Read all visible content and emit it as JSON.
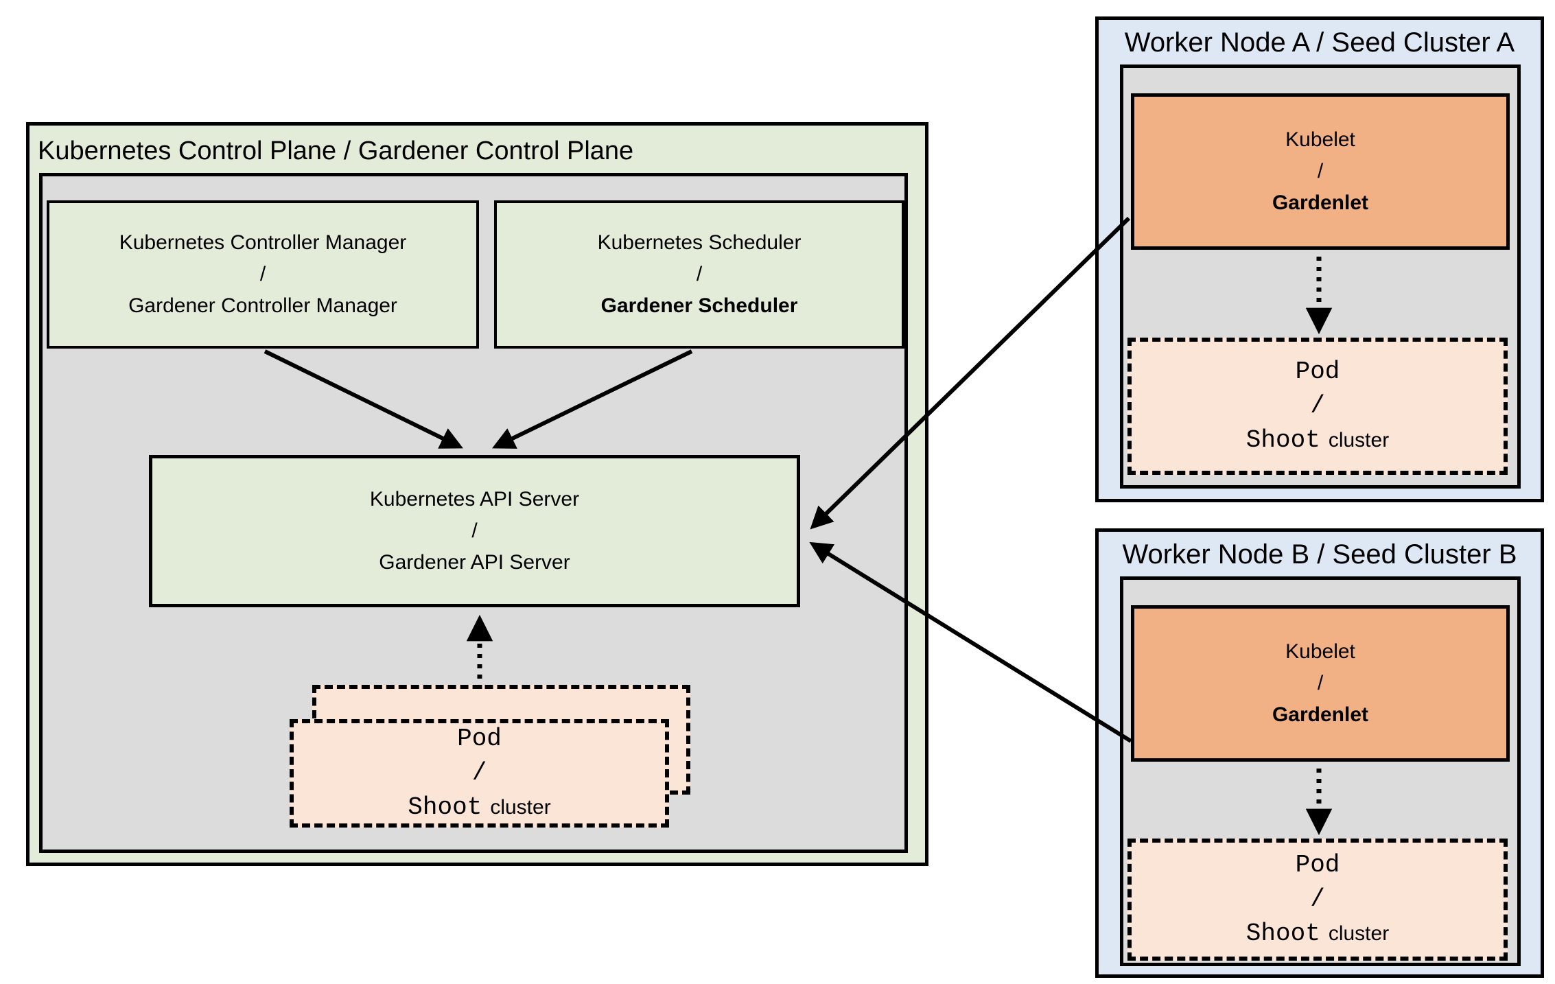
{
  "colors": {
    "box_green": "#e2ecd9",
    "box_gray": "#dcdcdc",
    "box_blue": "#dde8f4",
    "box_orange": "#f2b085",
    "box_peach": "#fbe5d6",
    "outline": "#000000"
  },
  "control_plane": {
    "title": "Kubernetes Control Plane / Gardener Control Plane",
    "controller_manager": {
      "line1": "Kubernetes Controller Manager",
      "line2": "/",
      "line3": "Gardener Controller Manager"
    },
    "scheduler": {
      "line1": "Kubernetes Scheduler",
      "line2": "/",
      "line3": "Gardener Scheduler"
    },
    "api_server": {
      "line1": "Kubernetes API Server",
      "line2": "/",
      "line3": "Gardener API Server"
    },
    "pod": {
      "line1": "Pod",
      "line2": "/",
      "shoot": "Shoot",
      "cluster": "cluster"
    }
  },
  "worker_nodes": [
    {
      "title": "Worker Node A / Seed Cluster A",
      "kubelet": {
        "line1": "Kubelet",
        "line2": "/",
        "line3": "Gardenlet"
      },
      "pod": {
        "line1": "Pod",
        "line2": "/",
        "shoot": "Shoot",
        "cluster": "cluster"
      }
    },
    {
      "title": "Worker Node B / Seed Cluster B",
      "kubelet": {
        "line1": "Kubelet",
        "line2": "/",
        "line3": "Gardenlet"
      },
      "pod": {
        "line1": "Pod",
        "line2": "/",
        "shoot": "Shoot",
        "cluster": "cluster"
      }
    }
  ],
  "arrows": [
    {
      "from": "Kubernetes Controller Manager / Gardener Controller Manager",
      "to": "Kubernetes API Server / Gardener API Server",
      "style": "solid"
    },
    {
      "from": "Kubernetes Scheduler / Gardener Scheduler",
      "to": "Kubernetes API Server / Gardener API Server",
      "style": "solid"
    },
    {
      "from": "Pod / Shoot cluster (control plane)",
      "to": "Kubernetes API Server / Gardener API Server",
      "style": "dotted"
    },
    {
      "from": "Kubelet / Gardenlet (Worker Node A)",
      "to": "Kubernetes API Server / Gardener API Server",
      "style": "solid"
    },
    {
      "from": "Kubelet / Gardenlet (Worker Node B)",
      "to": "Kubernetes API Server / Gardener API Server",
      "style": "solid"
    },
    {
      "from": "Kubelet / Gardenlet (Worker Node A)",
      "to": "Pod / Shoot cluster (Worker Node A)",
      "style": "dotted"
    },
    {
      "from": "Kubelet / Gardenlet (Worker Node B)",
      "to": "Pod / Shoot cluster (Worker Node B)",
      "style": "dotted"
    }
  ]
}
